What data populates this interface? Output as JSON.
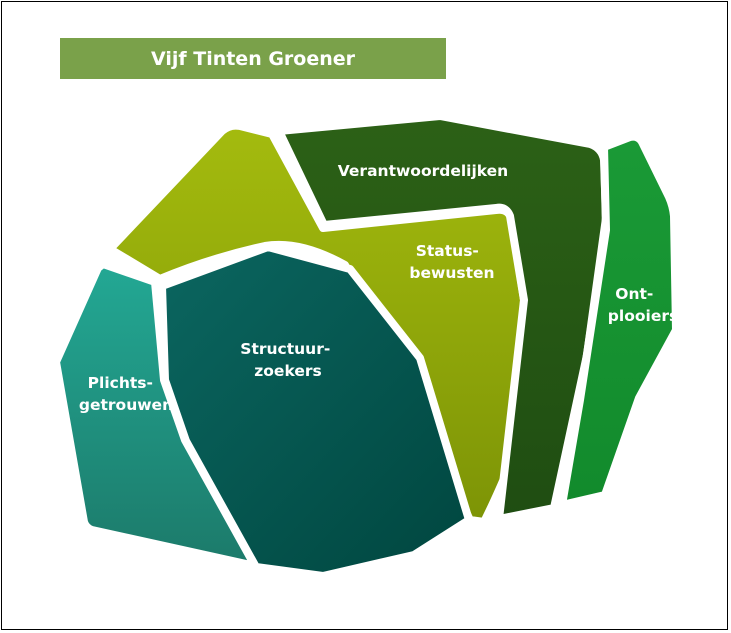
{
  "title": "Vijf Tinten Groener",
  "segments": [
    {
      "id": "statusbewusten",
      "lines": [
        "Status-",
        "bewusten"
      ],
      "color_top": "#a4bb0e",
      "color_bottom": "#7d9406"
    },
    {
      "id": "verantwoordelijken",
      "lines": [
        "Verantwoordelijken"
      ],
      "color_top": "#2c6116",
      "color_bottom": "#1f4d12"
    },
    {
      "id": "ontplooiers",
      "lines": [
        "Ont-",
        "plooiers"
      ],
      "color_top": "#1a9a36",
      "color_bottom": "#128a2c"
    },
    {
      "id": "plichtsgetrouwen",
      "lines": [
        "Plichts-",
        "getrouwen"
      ],
      "color_top": "#23a894",
      "color_bottom": "#1c7a6a"
    },
    {
      "id": "structuurzoekers",
      "lines": [
        "Structuur-",
        "zoekers"
      ],
      "color_top": "#0b6660",
      "color_bottom": "#00463f"
    }
  ]
}
